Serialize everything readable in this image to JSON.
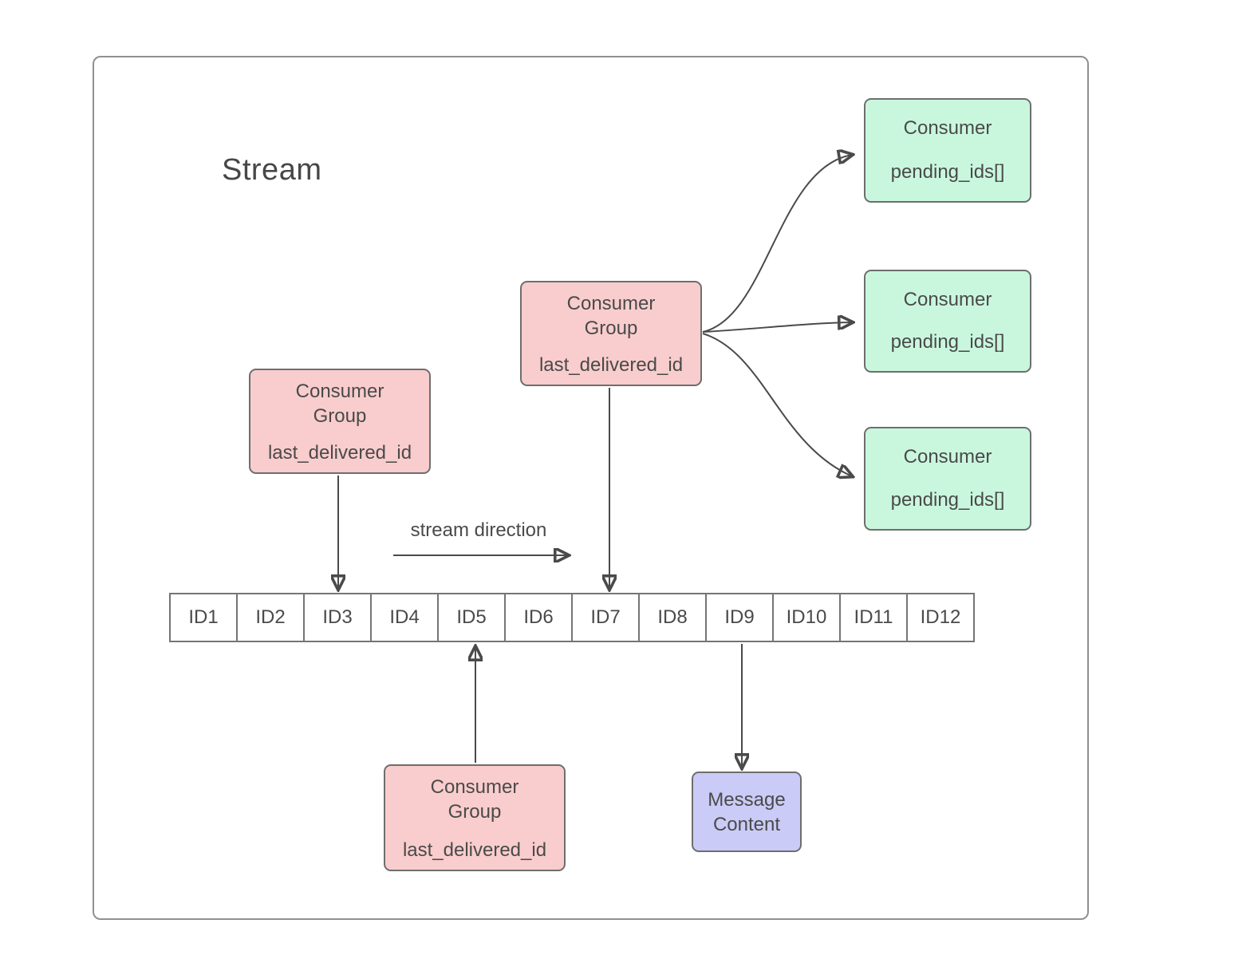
{
  "diagram": {
    "title": "Stream",
    "stream_direction_label": "stream direction",
    "consumer_groups": [
      {
        "name_line1": "Consumer",
        "name_line2": "Group",
        "field": "last_delivered_id"
      },
      {
        "name_line1": "Consumer",
        "name_line2": "Group",
        "field": "last_delivered_id"
      },
      {
        "name_line1": "Consumer",
        "name_line2": "Group",
        "field": "last_delivered_id"
      }
    ],
    "consumers": [
      {
        "name": "Consumer",
        "field": "pending_ids[]"
      },
      {
        "name": "Consumer",
        "field": "pending_ids[]"
      },
      {
        "name": "Consumer",
        "field": "pending_ids[]"
      }
    ],
    "message_box": {
      "line1": "Message",
      "line2": "Content"
    },
    "stream_ids": [
      "ID1",
      "ID2",
      "ID3",
      "ID4",
      "ID5",
      "ID6",
      "ID7",
      "ID8",
      "ID9",
      "ID10",
      "ID11",
      "ID12"
    ],
    "colors": {
      "group_fill": "#F9CDCD",
      "consumer_fill": "#C9F7DE",
      "message_fill": "#CBCBF7",
      "box_border": "#6E6E6E",
      "outer_border": "#909090",
      "cell_border": "#757575",
      "text_color": "#4A4A4A",
      "arrow_color": "#4A4A4A"
    }
  }
}
